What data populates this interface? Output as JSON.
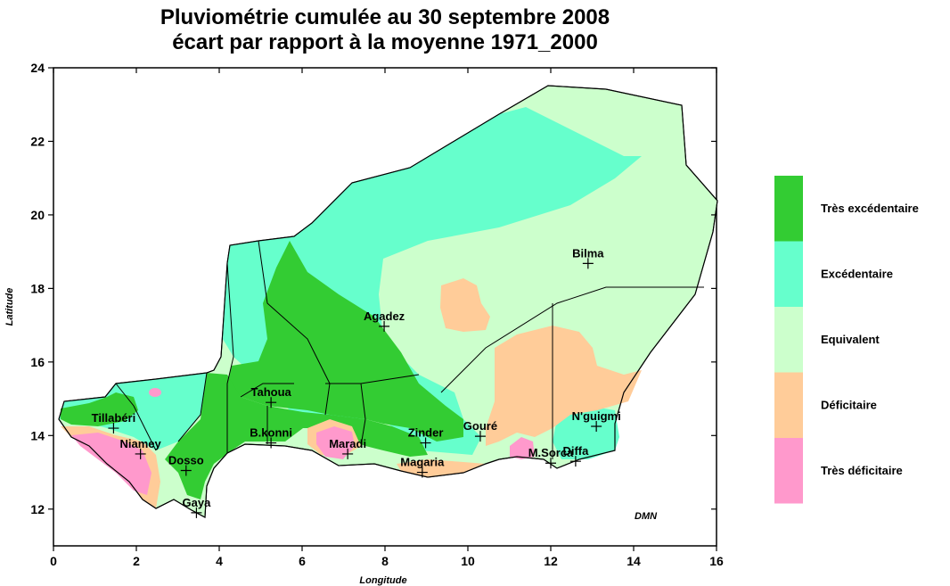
{
  "title_line1": "Pluviométrie cumulée au 30 septembre 2008",
  "title_line2": "écart par rapport à la moyenne 1971_2000",
  "axes": {
    "xlabel": "Longitude",
    "ylabel": "Latitude",
    "xlim": [
      0,
      16
    ],
    "ylim": [
      11,
      24
    ],
    "xticks": [
      "0",
      "2",
      "4",
      "6",
      "8",
      "10",
      "12",
      "14",
      "16"
    ],
    "yticks": [
      "12",
      "14",
      "16",
      "18",
      "20",
      "22",
      "24"
    ]
  },
  "credit": "DMN",
  "colors": {
    "tres_excedentaire": "#33cc33",
    "excedentaire": "#66ffcc",
    "equivalent": "#ccffcc",
    "deficitaire": "#ffcc99",
    "tres_deficitaire": "#ff99cc"
  },
  "legend": [
    {
      "label": "Très excédentaire",
      "color": "#33cc33"
    },
    {
      "label": "Excédentaire",
      "color": "#66ffcc"
    },
    {
      "label": "Equivalent",
      "color": "#ccffcc"
    },
    {
      "label": "Déficitaire",
      "color": "#ffcc99"
    },
    {
      "label": "Très déficitaire",
      "color": "#ff99cc"
    }
  ],
  "cities": [
    {
      "name": "Tillabéri",
      "lon": 1.45,
      "lat": 14.2
    },
    {
      "name": "Niamey",
      "lon": 2.1,
      "lat": 13.5
    },
    {
      "name": "Dosso",
      "lon": 3.2,
      "lat": 13.05
    },
    {
      "name": "Gaya",
      "lon": 3.45,
      "lat": 11.9
    },
    {
      "name": "Tahoua",
      "lon": 5.25,
      "lat": 14.9
    },
    {
      "name": "B.konni",
      "lon": 5.25,
      "lat": 13.8
    },
    {
      "name": "Maradi",
      "lon": 7.1,
      "lat": 13.5
    },
    {
      "name": "Agadez",
      "lon": 7.98,
      "lat": 16.97
    },
    {
      "name": "Zinder",
      "lon": 8.98,
      "lat": 13.8
    },
    {
      "name": "Magaria",
      "lon": 8.9,
      "lat": 13.0
    },
    {
      "name": "Gouré",
      "lon": 10.3,
      "lat": 13.98
    },
    {
      "name": "Bilma",
      "lon": 12.9,
      "lat": 18.68
    },
    {
      "name": "N'guigmi",
      "lon": 13.1,
      "lat": 14.25
    },
    {
      "name": "Diffa",
      "lon": 12.6,
      "lat": 13.3
    },
    {
      "name": "M.Sorca",
      "lon": 12.0,
      "lat": 13.25
    }
  ]
}
